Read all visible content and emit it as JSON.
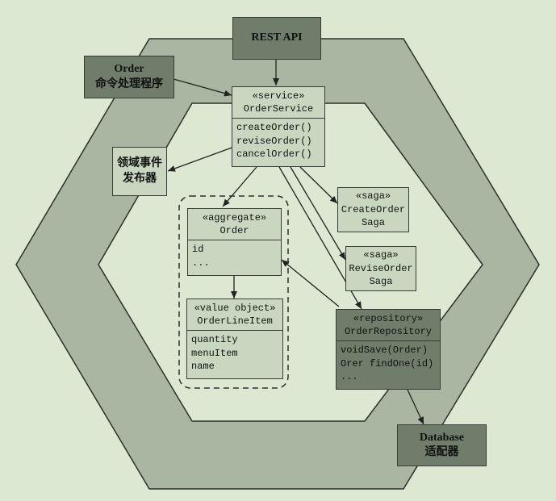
{
  "rest_api": "REST API",
  "order_handler": {
    "line1": "Order",
    "line2": "命令处理程序"
  },
  "event_publisher": {
    "line1": "领域事件",
    "line2": "发布器"
  },
  "order_service": {
    "stereotype": "«service»",
    "name": "OrderService",
    "methods": [
      "createOrder()",
      "reviseOrder()",
      "cancelOrder()"
    ]
  },
  "create_order_saga": {
    "stereotype": "«saga»",
    "line1": "CreateOrder",
    "line2": "Saga"
  },
  "revise_order_saga": {
    "stereotype": "«saga»",
    "line1": "ReviseOrder",
    "line2": "Saga"
  },
  "order_aggregate": {
    "stereotype": "«aggregate»",
    "name": "Order",
    "fields": [
      "id",
      "..."
    ]
  },
  "order_line_item": {
    "stereotype": "«value object»",
    "name": "OrderLineItem",
    "fields": [
      "quantity",
      "menuItem",
      "name"
    ]
  },
  "order_repository": {
    "stereotype": "«repository»",
    "name": "OrderRepository",
    "methods": [
      "voidSave(Order)",
      "Orer findOne(id)",
      "..."
    ]
  },
  "database_adapter": {
    "line1": "Database",
    "line2": "适配器"
  },
  "colors": {
    "background": "#dde8d3",
    "hexagon": "#a9b7a2",
    "dark_box": "#6f7d6a",
    "light_box": "#c9d6c0"
  }
}
